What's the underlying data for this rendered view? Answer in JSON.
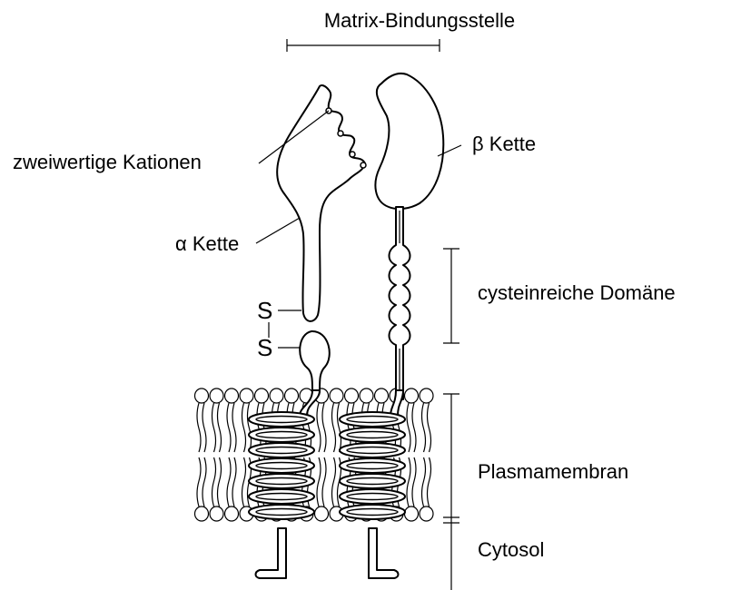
{
  "labels": {
    "matrix_binding_site": "Matrix-Bindungsstelle",
    "divalent_cations": "zweiwertige  Kationen",
    "beta_chain": "β Kette",
    "alpha_chain": "α Kette",
    "cysteine_rich_domain": "cysteinreiche Domäne",
    "disulfide_s_top": "S",
    "disulfide_s_bottom": "S",
    "plasma_membrane": "Plasmamembran",
    "cytosol": "Cytosol"
  }
}
